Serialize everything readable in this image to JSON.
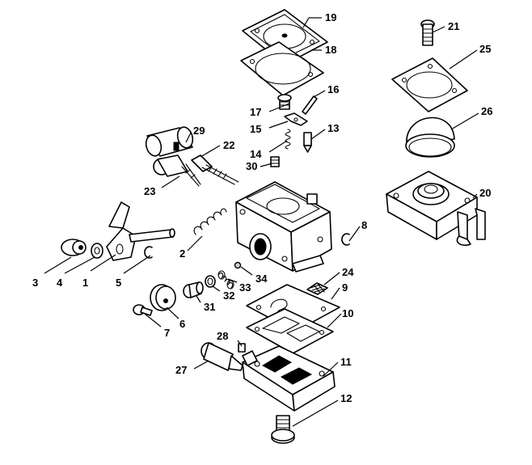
{
  "callouts": [
    {
      "id": "1",
      "text": "1"
    },
    {
      "id": "2",
      "text": "2"
    },
    {
      "id": "3",
      "text": "3"
    },
    {
      "id": "4",
      "text": "4"
    },
    {
      "id": "5",
      "text": "5"
    },
    {
      "id": "6",
      "text": "6"
    },
    {
      "id": "7",
      "text": "7"
    },
    {
      "id": "8",
      "text": "8"
    },
    {
      "id": "9",
      "text": "9"
    },
    {
      "id": "10",
      "text": "10"
    },
    {
      "id": "11",
      "text": "11"
    },
    {
      "id": "12",
      "text": "12"
    },
    {
      "id": "13",
      "text": "13"
    },
    {
      "id": "14",
      "text": "14"
    },
    {
      "id": "15",
      "text": "15"
    },
    {
      "id": "16",
      "text": "16"
    },
    {
      "id": "17",
      "text": "17"
    },
    {
      "id": "18",
      "text": "18"
    },
    {
      "id": "19",
      "text": "19"
    },
    {
      "id": "20",
      "text": "20"
    },
    {
      "id": "21",
      "text": "21"
    },
    {
      "id": "22",
      "text": "22"
    },
    {
      "id": "23",
      "text": "23"
    },
    {
      "id": "24",
      "text": "24"
    },
    {
      "id": "25",
      "text": "25"
    },
    {
      "id": "26",
      "text": "26"
    },
    {
      "id": "27",
      "text": "27"
    },
    {
      "id": "28",
      "text": "28"
    },
    {
      "id": "29",
      "text": "29"
    },
    {
      "id": "30",
      "text": "30"
    },
    {
      "id": "31",
      "text": "31"
    },
    {
      "id": "32",
      "text": "32"
    },
    {
      "id": "33",
      "text": "33"
    },
    {
      "id": "34",
      "text": "34"
    }
  ]
}
